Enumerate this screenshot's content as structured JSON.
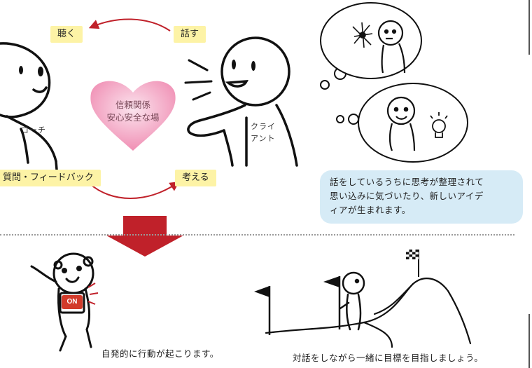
{
  "cycle": {
    "listen": "聴く",
    "speak": "話す",
    "question_feedback": "質問・フィードバック",
    "think": "考える"
  },
  "heart": {
    "line1": "信頼関係",
    "line2": "安心安全な場"
  },
  "figures": {
    "coach_label": "コーチ",
    "client_line1": "クライ",
    "client_line2": "アント"
  },
  "insight_bubble": {
    "line1": "話をしているうちに思考が整理されて",
    "line2": "思い込みに気づいたり、新しいアイデ",
    "line3": "ィアが生まれます。"
  },
  "switch_badge": "ON",
  "captions": {
    "action": "自発的に行動が起こります。",
    "goal": "対話をしながら一緒に目標を目指しましょう。"
  },
  "colors": {
    "label_bg": "#fdf3a6",
    "arrow_red": "#c0212a",
    "bubble_blue": "#d6ebf6",
    "heart_pink": "#f4a3c0"
  }
}
